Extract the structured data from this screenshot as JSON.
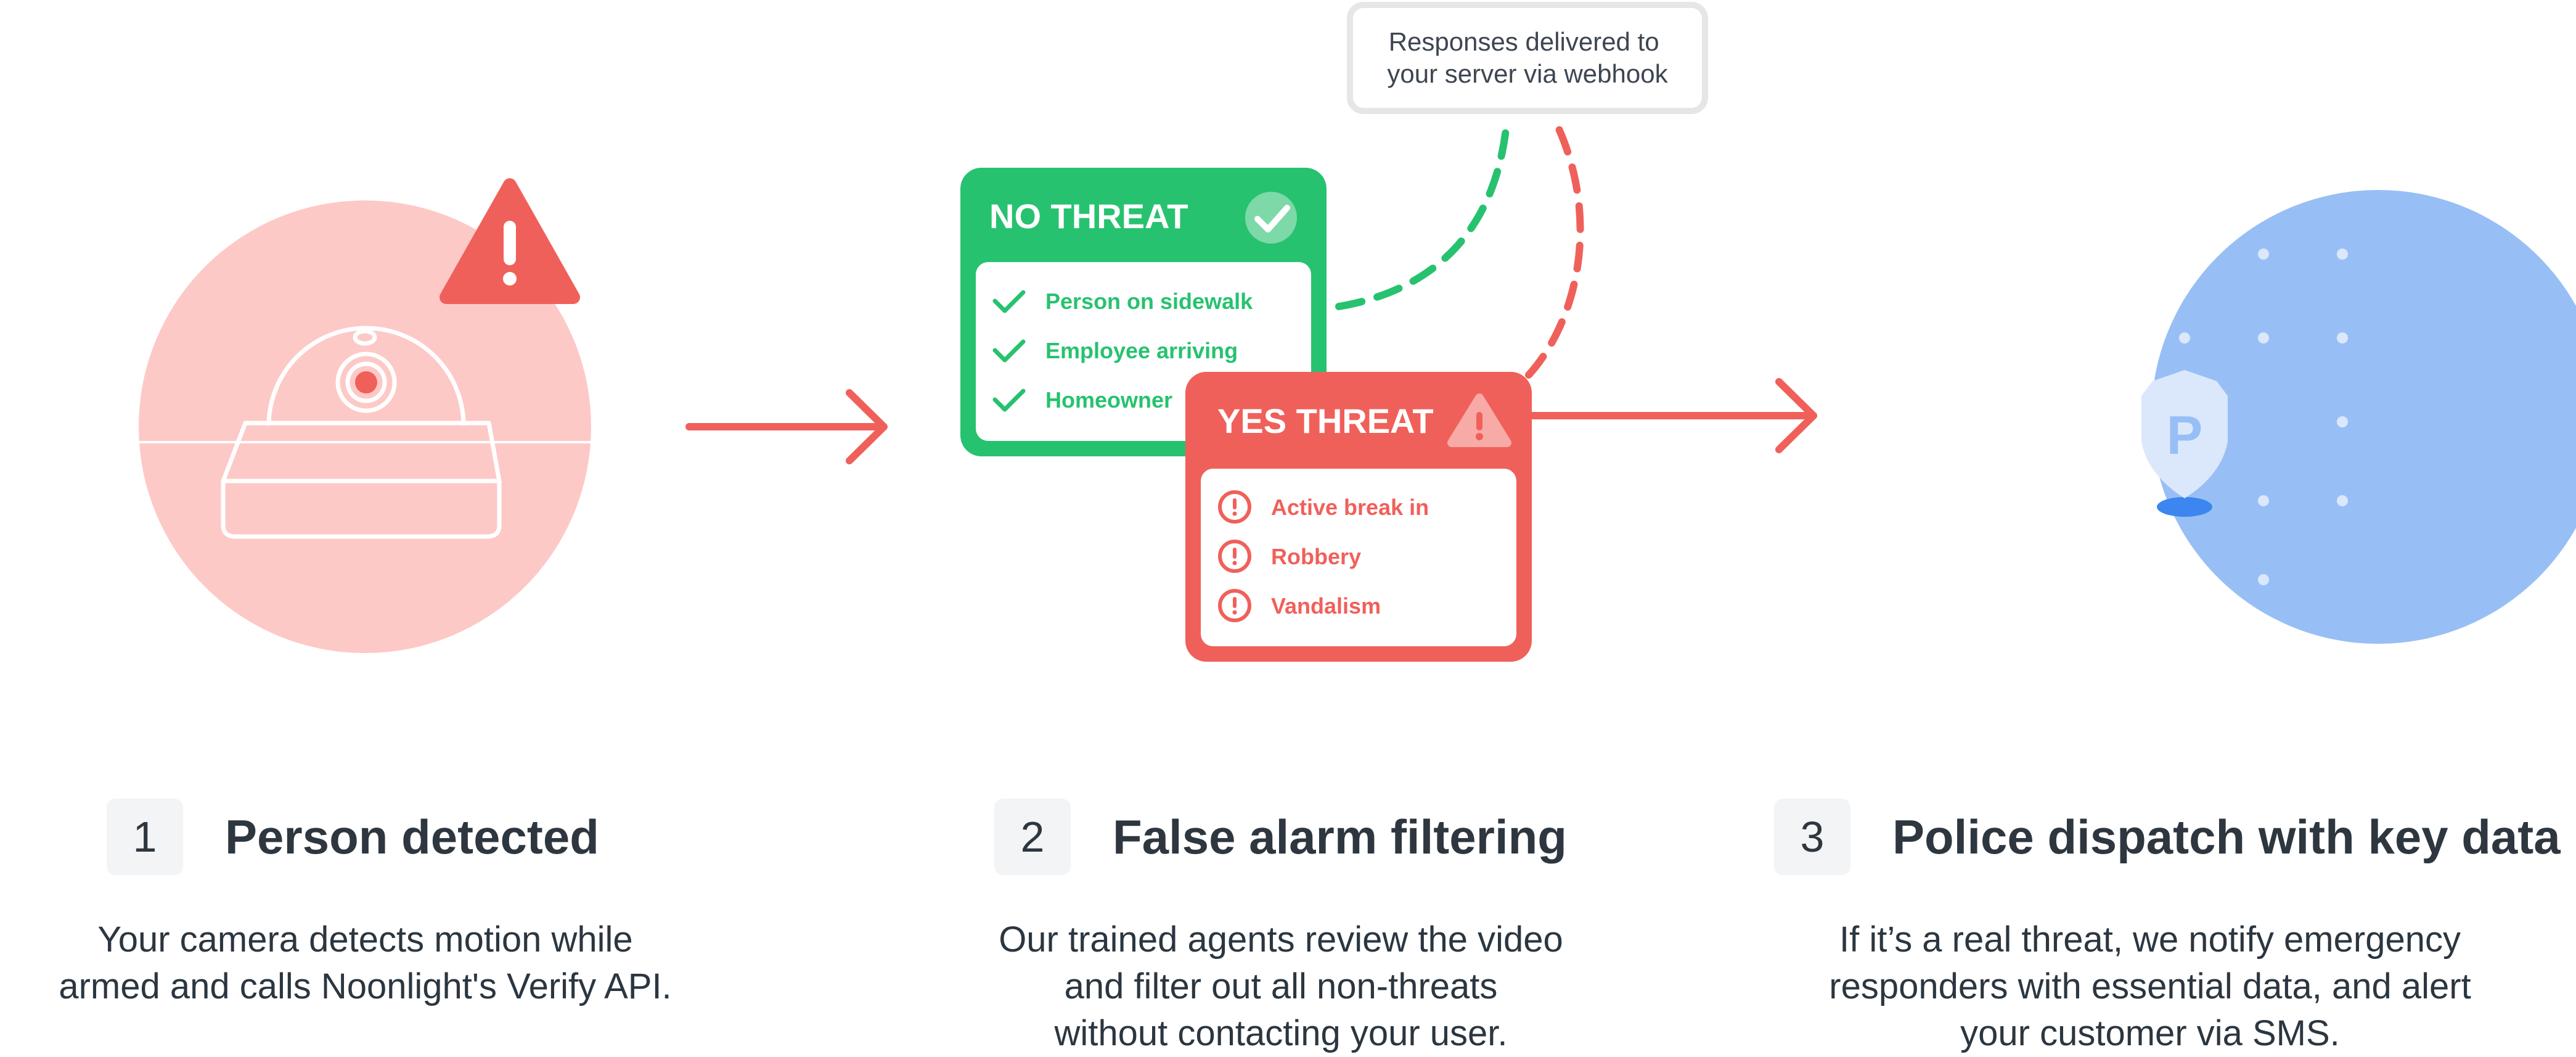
{
  "bubble": {
    "line1": "Responses delivered to",
    "line2": "your server via webhook"
  },
  "no_threat": {
    "title": "NO THREAT",
    "items": [
      "Person on sidewalk",
      "Employee arriving",
      "Homeowner"
    ]
  },
  "yes_threat": {
    "title": "YES THREAT",
    "items": [
      "Active break in",
      "Robbery",
      "Vandalism"
    ]
  },
  "badge_letter": "P",
  "steps": [
    {
      "number": "1",
      "title": "Person detected",
      "desc": [
        "Your camera detects motion while",
        "armed and calls Noonlight's Verify API."
      ]
    },
    {
      "number": "2",
      "title": "False alarm filtering",
      "desc": [
        "Our trained agents review the video",
        "and filter out all non-threats",
        "without contacting your user."
      ]
    },
    {
      "number": "3",
      "title": "Police dispatch with key data",
      "desc": [
        "If it’s a real threat, we notify emergency",
        "responders with essential data, and alert",
        "your customer via SMS."
      ]
    }
  ],
  "colors": {
    "green": "#27c26f",
    "red": "#f0605a",
    "pink_circle": "#fdc9c6",
    "blue_circle": "#98bff5",
    "route_blue": "#3d86f0"
  }
}
